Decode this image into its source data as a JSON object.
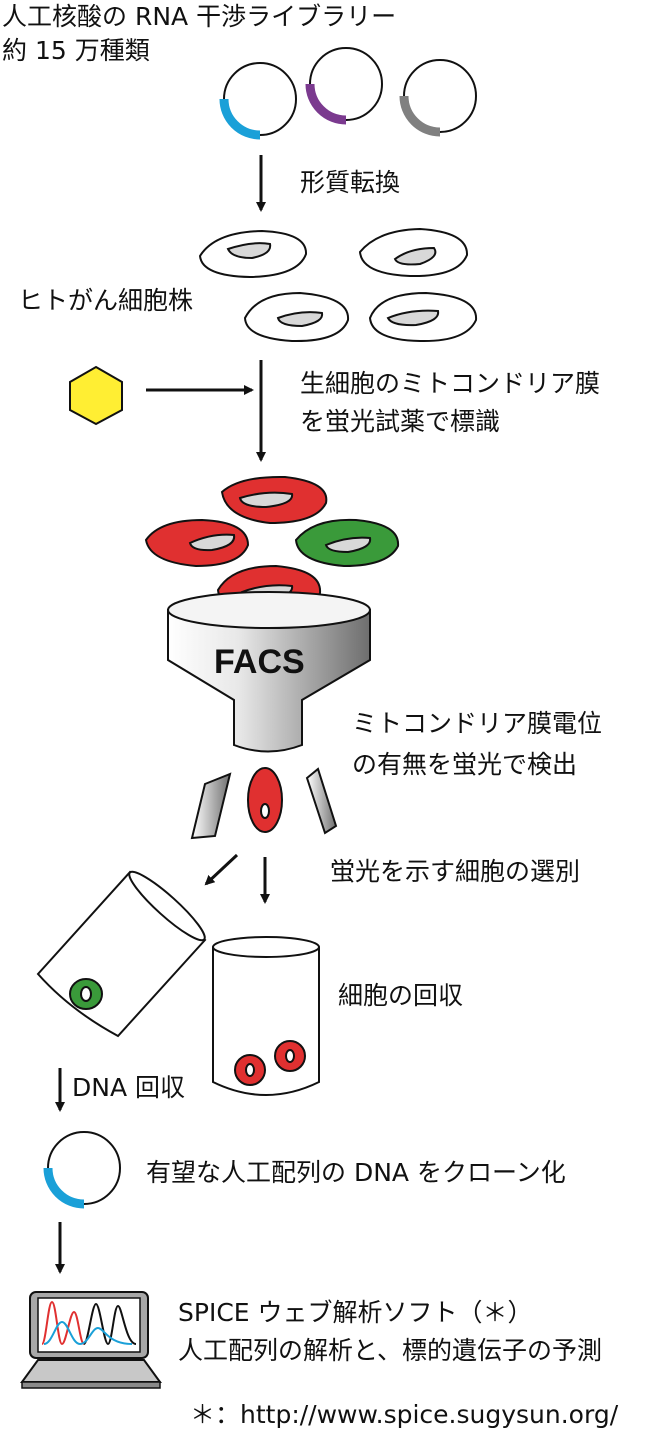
{
  "header": {
    "line1": "人工核酸の RNA 干渉ライブラリー",
    "line2": "約 15 万種類"
  },
  "steps": {
    "transform": "形質転換",
    "cell_line": "ヒトがん細胞株",
    "label_line1": "生細胞のミトコンドリア膜",
    "label_line2": "を蛍光試薬で標識",
    "facs": "FACS",
    "detect_line1": "ミトコンドリア膜電位",
    "detect_line2": "の有無を蛍光で検出",
    "sort": "蛍光を示す細胞の選別",
    "collect": "細胞の回収",
    "dna": "DNA 回収",
    "clone": "有望な人工配列の DNA をクローン化",
    "spice_line1": "SPICE ウェブ解析ソフト（＊）",
    "spice_line2": "人工配列の解析と、標的遺伝子の予測"
  },
  "footnote": "＊：http://www.spice.sugysun.org/",
  "colors": {
    "blue": "#1aa0d8",
    "purple": "#7b3a8f",
    "gray": "#808080",
    "red": "#e03030",
    "green": "#3a9a3a",
    "yellow": "#ffee33"
  }
}
